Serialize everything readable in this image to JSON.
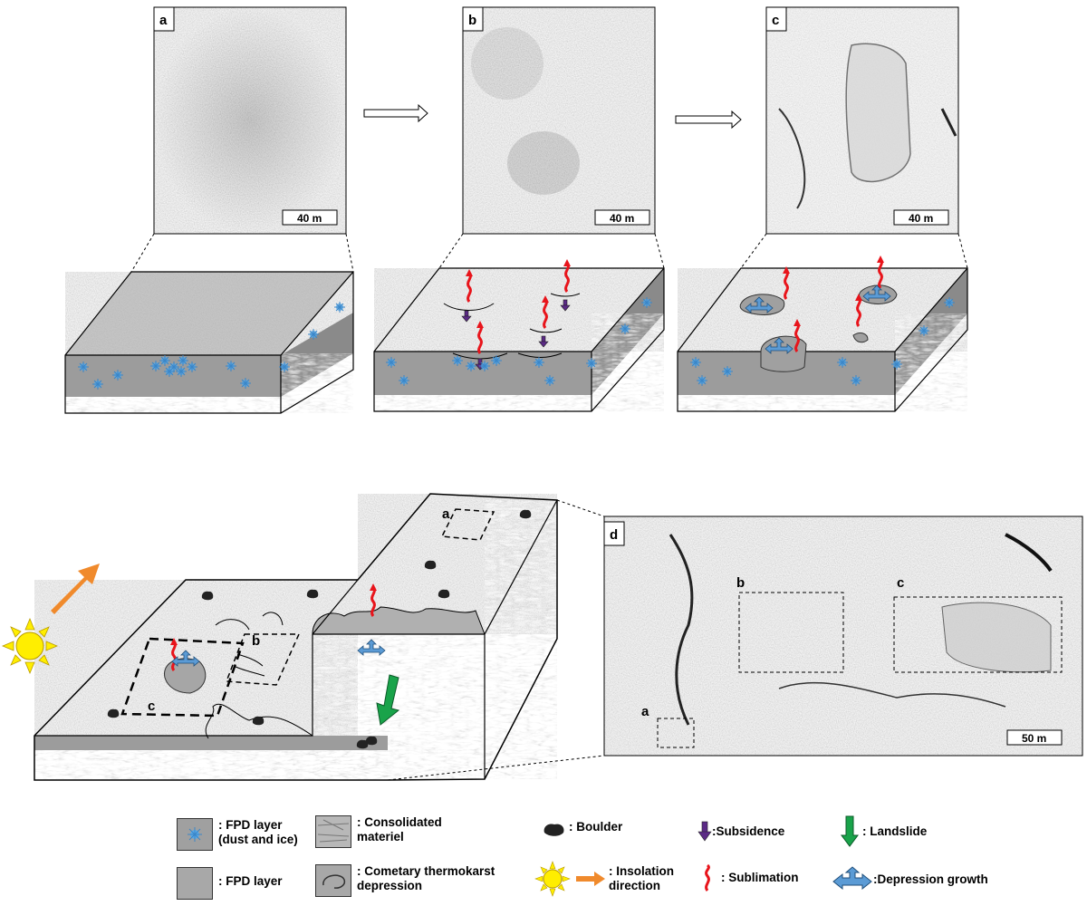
{
  "panels": {
    "a": {
      "letter": "a",
      "scale": "40 m"
    },
    "b": {
      "letter": "b",
      "scale": "40 m"
    },
    "c": {
      "letter": "c",
      "scale": "40 m"
    },
    "d": {
      "letter": "d",
      "scale": "50 m",
      "boxes": [
        "a",
        "b",
        "c"
      ]
    }
  },
  "block_labels": [
    "a",
    "b",
    "c"
  ],
  "legend": {
    "fpd_dust_ice": {
      "line1": ": FPD layer",
      "line2": "(dust and ice)"
    },
    "fpd_layer": {
      "line1": ": FPD layer"
    },
    "consolidated": {
      "line1": ": Consolidated",
      "line2": "materiel"
    },
    "depression": {
      "line1": ": Cometary thermokarst",
      "line2": "depression"
    },
    "boulder": {
      "line1": ": Boulder"
    },
    "insolation": {
      "line1": ": Insolation",
      "line2": "direction"
    },
    "subsidence": {
      "line1": ":Subsidence"
    },
    "sublimation": {
      "line1": ": Sublimation"
    },
    "landslide": {
      "line1": ": Landslide"
    },
    "growth": {
      "line1": ":Depression growth"
    }
  },
  "colors": {
    "fpd_gray": "#a8a8a8",
    "ice_blue": "#5aa9e6",
    "sublimation_red": "#e8141b",
    "subsidence_purple": "#5b2a86",
    "landslide_green": "#19a34a",
    "growth_blue": "#5b9bd5",
    "sun_yellow": "#ffee00",
    "insolation_orange": "#f08a2c"
  }
}
